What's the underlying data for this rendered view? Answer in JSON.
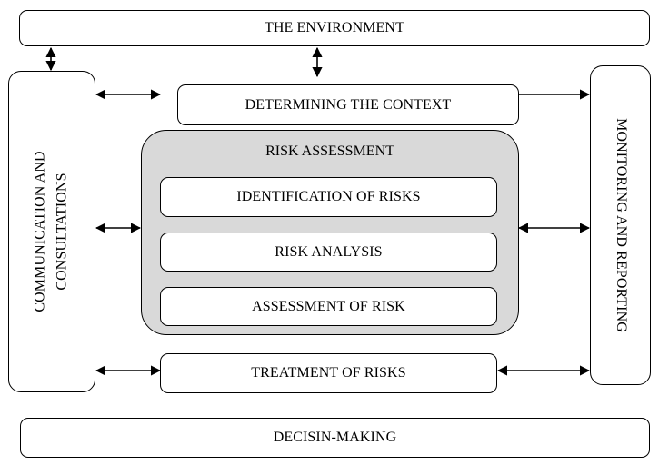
{
  "diagram": {
    "environment": "THE ENVIRONMENT",
    "communication": {
      "line1": "COMMUNICATION AND",
      "line2": "CONSULTATIONS"
    },
    "determining_context": "DETERMINING THE CONTEXT",
    "monitoring": "MONITORING AND REPORTING",
    "risk_assessment": {
      "title": "RISK ASSESSMENT",
      "steps": [
        "IDENTIFICATION OF RISKS",
        "RISK ANALYSIS",
        "ASSESSMENT OF RISK"
      ]
    },
    "treatment": "TREATMENT OF RISKS",
    "decision_making": "DECISIN-MAKING"
  },
  "colors": {
    "stroke": "#000000",
    "box_fill": "#ffffff",
    "assessment_fill": "#d9d9d9"
  }
}
